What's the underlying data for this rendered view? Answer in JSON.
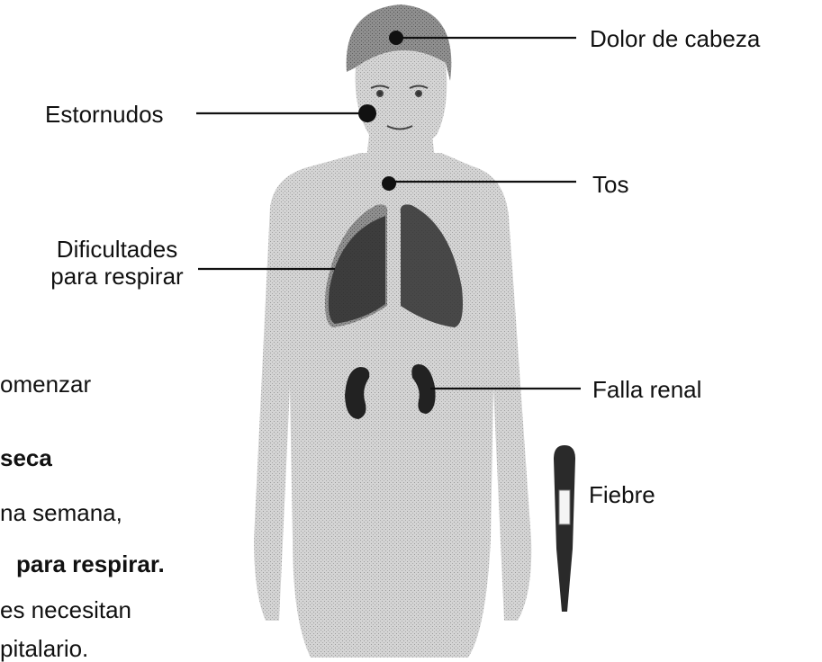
{
  "labels": {
    "headache": "Dolor de cabeza",
    "sneezing": "Estornudos",
    "cough": "Tos",
    "breathing_line1": "Dificultades",
    "breathing_line2": "para respirar",
    "kidney": "Falla renal",
    "fever": "Fiebre"
  },
  "left_text": [
    "omenzar",
    "seca",
    "na semana,",
    "para respirar.",
    "es necesitan",
    "pitalario."
  ],
  "colors": {
    "body_fill": "#cfcfcf",
    "organ_fill": "#2a2a2a",
    "dot_fill": "#111111",
    "line": "#111111"
  }
}
